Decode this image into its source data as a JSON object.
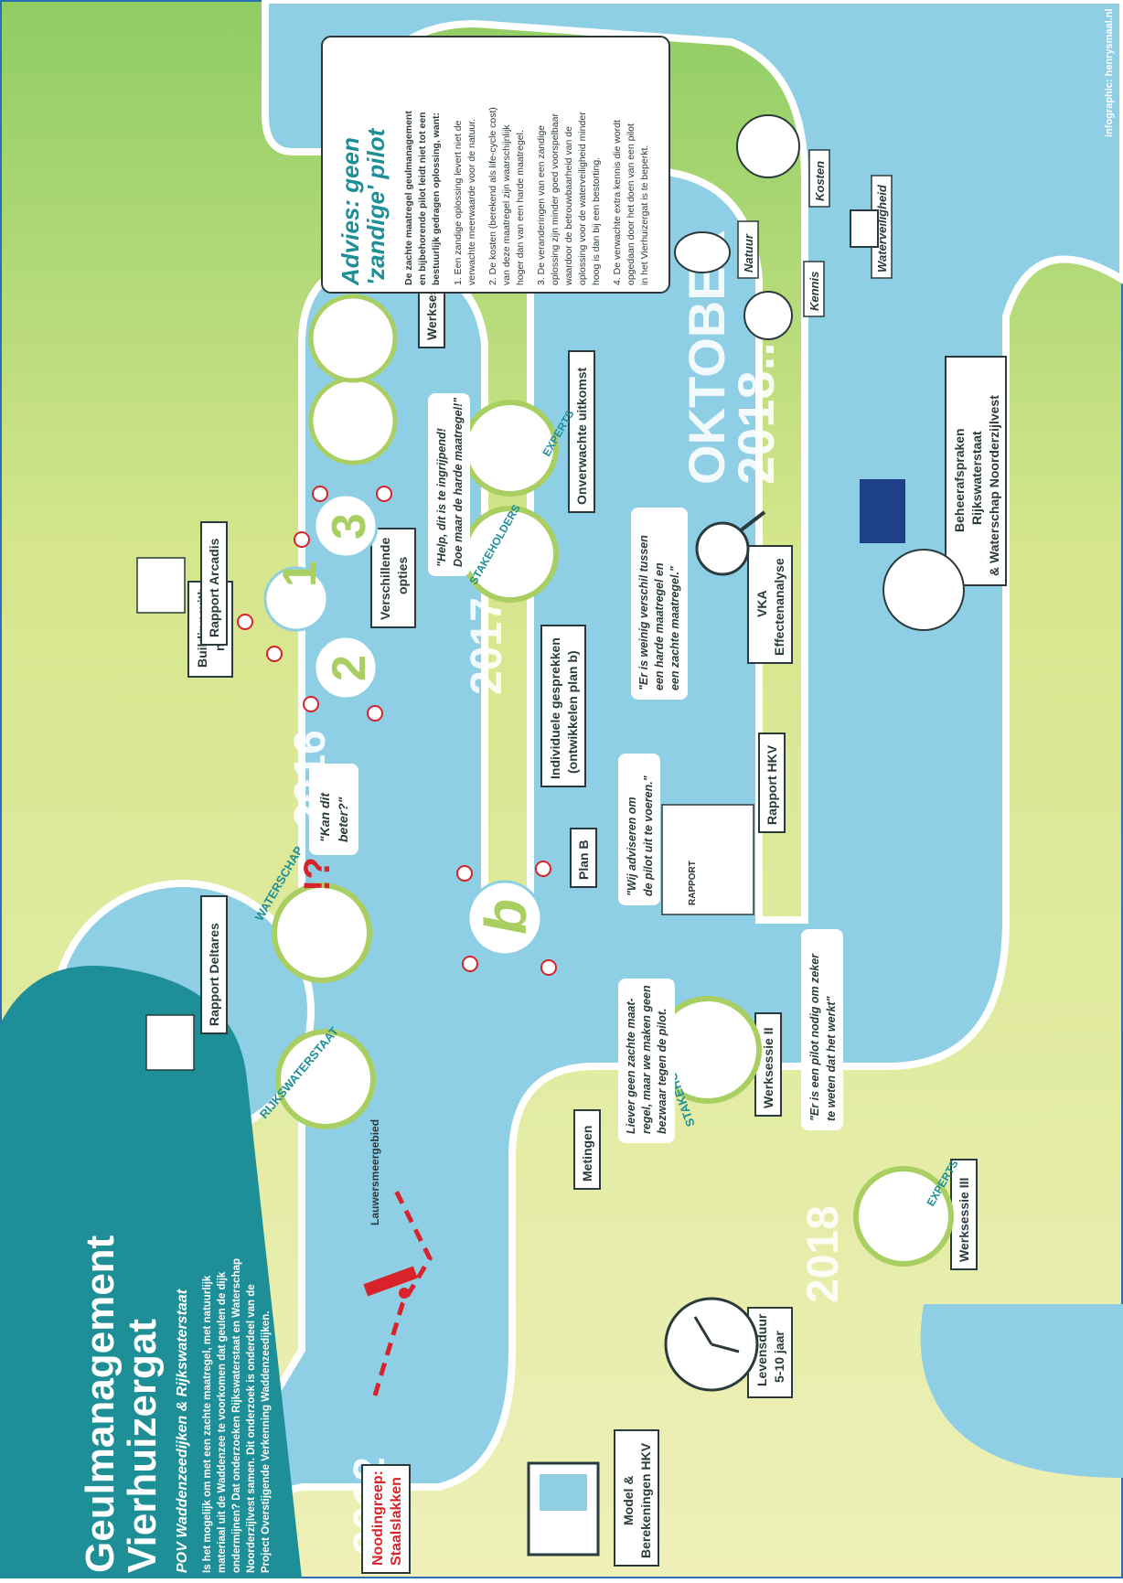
{
  "title": {
    "line1": "Geulmanagement",
    "line2": "Vierhuizergat",
    "subtitle": "POV Waddenzeedijken & Rijkswaterstaat",
    "intro": [
      "Is het mogelijk om met een zachte maatregel, met natuurlijk",
      "materiaal uit de Waddenzee te voorkomen dat geulen de dijk",
      "ondermijnen? Dat onderzoeken Rijkswaterstaat en Waterschap",
      "Noorderzijlvest samen. Dit onderzoek is onderdeel van de",
      "Project Overstijgende Verkenning Waddenzeedijken."
    ]
  },
  "credit": "infographic: henrysmaal.nl",
  "years": {
    "y2012": "2012",
    "y2016": "2016",
    "y2017": "2017",
    "y2018": "2018",
    "oktober1": "OKTOBER",
    "oktober2": "2018..."
  },
  "place": "Lauwersmeergebied",
  "signs": {
    "noodingreep1": "Noodingreep:",
    "noodingreep2": "Staalslakken",
    "deltares": "Rapport Deltares",
    "building1": "Building with",
    "building2": "nature",
    "arcadis": "Rapport Arcadis",
    "opties1": "Verschillende",
    "opties2": "opties",
    "werksessie1": "Werksessie I",
    "model1": "Model &",
    "model2": "Berekeningen HKV",
    "metingen": "Metingen",
    "planb": "Plan B",
    "indiv1": "Individuele gesprekken",
    "indiv2": "(ontwikkelen plan b)",
    "onverwacht": "Onverwachte uitkomst",
    "levensduur1": "Levensduur",
    "levensduur2": "5-10 jaar",
    "werksessie2": "Werksessie II",
    "rapporthkv": "Rapport HKV",
    "vka1": "VKA",
    "vka2": "Effectenanalyse",
    "werksessie3": "Werksessie III",
    "beheer1": "Beheerafspraken",
    "beheer2": "Rijkswaterstaat",
    "beheer3": "& Waterschap Noorderzijlvest"
  },
  "groups": {
    "rijkswaterstaat": "RIJKSWATERSTAAT",
    "waterschap": "WATERSCHAP",
    "stakeholders": "STAKEHOLDERS",
    "experts": "EXPERTS",
    "rapport": "RAPPORT"
  },
  "options": {
    "o1": "1",
    "o2": "2",
    "o3": "3",
    "ob": "b"
  },
  "quotes": {
    "kandit1": "\"Kan dit",
    "kandit2": "beter?\"",
    "help1": "\"Help, dit is te ingrijpend!",
    "help2": "Doe maar de harde maatregel!\"",
    "liever1": "Liever geen zachte maat-",
    "liever2": "regel, maar we maken geen",
    "liever3": "bezwaar tegen de pilot.",
    "adviseren1": "\"Wij adviseren om",
    "adviseren2": "de pilot uit te voeren.\"",
    "weinig1": "\"Er is weinig verschil tussen",
    "weinig2": "een harde maatregel en",
    "weinig3": "een zachte maatregel.\"",
    "pilot1": "\"Er is een pilot nodig om zeker",
    "pilot2": "te weten dat het werkt\""
  },
  "advice": {
    "title1": "Advies: geen",
    "title2": "'zandige' pilot",
    "intro1": "De zachte maatregel geulmanagement",
    "intro2": "en bijbehorende pilot leidt niet tot een",
    "intro3": "bestuurlijk gedragen oplossing, want:",
    "p1a": "1.  Een zandige oplossing levert niet de",
    "p1b": "     verwachte meerwaarde voor de natuur.",
    "p2a": "2.  De kosten (berekend als life-cycle cost)",
    "p2b": "     van deze maatregel zijn waarschijnlijk",
    "p2c": "     hoger dan van een harde maatregel.",
    "p3a": "3.  De veranderingen van een zandige",
    "p3b": "     oplossing zijn minder goed voorspelbaar",
    "p3c": "     waardoor de betrouwbaarheid van de",
    "p3d": "     oplossing voor de waterveiligheid minder",
    "p3e": "     hoog is dan bij een bestorting.",
    "p4a": "4.  De verwachte extra kennis die wordt",
    "p4b": "     opgedaan door het doen van een pilot",
    "p4c": "     in het Vierhuizergat is te beperkt."
  },
  "factors": {
    "natuur": "Natuur",
    "kosten": "Kosten",
    "kennis": "Kennis",
    "waterveiligheid": "Waterveiligheid"
  },
  "colors": {
    "teal": "#1e8f96",
    "water": "#8ecfe6",
    "land": "#dfe9a0",
    "green": "#a9cf62",
    "red": "#d8232a",
    "dark": "#2b3a3c"
  }
}
